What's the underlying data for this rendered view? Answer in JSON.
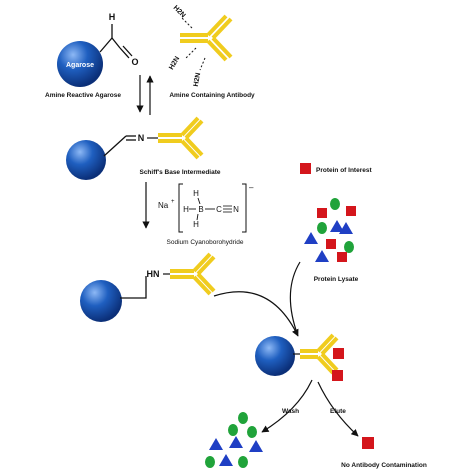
{
  "labels": {
    "agarose_bead": "Agarose",
    "amine_reactive_agarose": "Amine Reactive Agarose",
    "amine_containing_antibody": "Amine Containing Antibody",
    "schiffs_base_intermediate": "Schiff's Base Intermediate",
    "sodium_cyanoborohydride": "Sodium Cyanoborohydride",
    "protein_of_interest": "Protein of Interest",
    "protein_lysate": "Protein Lysate",
    "wash": "Wash",
    "elute": "Elute",
    "no_antibody_contamination": "No Antibody Contamination"
  },
  "chem": {
    "aldehyde_h": "H",
    "aldehyde_o": "O",
    "imine_n": "N",
    "amine_groups": [
      "H2N",
      "H2N",
      "H2N"
    ],
    "na": "Na",
    "na_charge": "+",
    "reagent_h_top": "H",
    "reagent_h_left": "H",
    "reagent_b": "B",
    "reagent_c": "C",
    "reagent_n": "N",
    "reagent_h_bottom": "H",
    "reagent_charge": "–",
    "secondary_amine": "HN"
  },
  "colors": {
    "bead": "#1a56b0",
    "bead_highlight": "#5d93e6",
    "antibody": "#f0cc1e",
    "antibody_outline": "#c9a200",
    "protein_square": "#d4161c",
    "green_oval": "#20a33a",
    "blue_triangle": "#1f3fc4",
    "line": "#111111"
  },
  "icons": {
    "bead": "sphere-bead-icon",
    "antibody": "y-antibody-icon",
    "protein": "red-square-icon",
    "oval": "green-oval-icon",
    "triangle": "blue-triangle-icon"
  }
}
